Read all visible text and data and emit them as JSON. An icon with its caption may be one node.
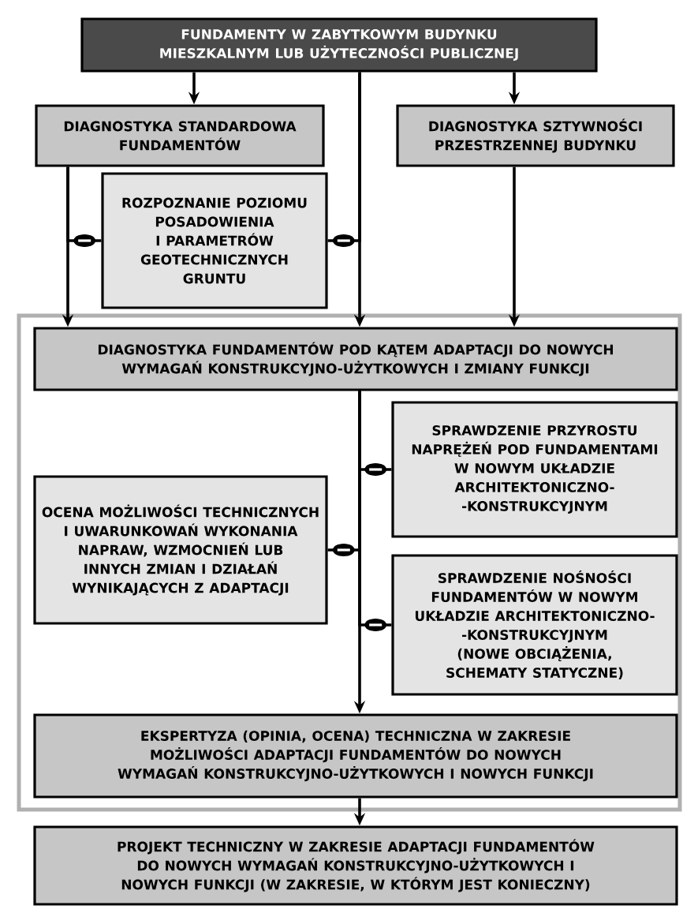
{
  "diagram": {
    "nodes": [
      {
        "text": [
          "FUNDAMENTY W ZABYTKOWYM BUDYNKU MIESZKALNYM LUB UŻYTECZNOŚCI PUBLICZNEJ"
        ]
      },
      {
        "text": [
          "DIAGNOSTYKA STANDARDOWA FUNDAMENTÓW"
        ]
      },
      {
        "text": [
          "DIAGNOSTYKA SZTYWNOŚCI PRZESTRZENNEJ BUDYNKU"
        ]
      },
      {
        "text": [
          "ROZPOZNANIE POZIOMU POSADOWIENIA I PARAMETRÓW GEOTECHNICZNYCH GRUNTU"
        ]
      },
      {
        "text": [],
        "shape": "box"
      },
      {
        "text": [
          "DIAGNOSTYKA FUNDAMENTÓW POD KĄTEM ADAPTACJI DO NOWYCH WYMAGAŃ KONSTRUKCYJNO-UŻYTKOWYCH I ZMIANY FUNKCJI"
        ],
        "in": 4
      },
      {
        "text": [
          "SPRAWDZENIE PRZYROSTU NAPRĘŻEŃ POD FUNDAMENTAMI W NOWYM UKŁADZIE ARCHITEKTONICZNO- -KONSTRUKCYJNYM"
        ],
        "in": 4
      },
      {
        "text": [
          "OCENA MOŻLIWOŚCI TECHNICZNYCH I UWARUNKOWAŃ WYKONANIA NAPRAW, WZMOCNIEŃ LUB INNYCH ZMIAN I DZIAŁAŃ WYNIKAJĄCYCH Z ADAPTACJI"
        ],
        "in": 4
      },
      {
        "text": [
          "SPRAWDZENIE NOŚNOŚCI FUNDAMENTÓW W NOWYM UKŁADZIE ARCHITEKTONICZNO- -KONSTRUKCYJNYM (NOWE OBCIĄŻENIA, SCHEMATY STATYCZNE)"
        ],
        "in": 4
      },
      {
        "text": [
          "EKSPERTYZA (OPINIA, OCENA) TECHNICZNA W ZAKRESIE MOŻLIWOŚCI ADAPTACJI FUNDAMENTÓW DO NOWYCH WYMAGAŃ KONSTRUKCYJNO-UŻYTKOWYCH I NOWYCH FUNKCJI"
        ],
        "in": 4
      },
      {
        "text": [
          "PROJEKT TECHNICZNY W ZAKRESIE ADAPTACJI FUNDAMENTÓW DO NOWYCH WYMAGAŃ KONSTRUKCYJNO-UŻYTKOWYCH I NOWYCH FUNKCJI (W ZAKRESIE, W KTÓRYM JEST KONIECZNY)"
        ]
      }
    ],
    "edges": [
      {
        "from": 0,
        "to": 1,
        "arrow": "to"
      },
      {
        "from": 0,
        "to": 2,
        "arrow": "to"
      },
      {
        "from": 0,
        "to": 5,
        "arrow": "to"
      },
      {
        "from": 1,
        "to": 5,
        "arrow": "to"
      },
      {
        "from": 2,
        "to": 5,
        "arrow": "to"
      },
      {
        "from": 1,
        "to": 3,
        "arrow": "other"
      },
      {
        "from": 0,
        "to": 3,
        "arrow": "other"
      },
      {
        "from": 5,
        "to": 9,
        "arrow": "to"
      },
      {
        "from": 5,
        "to": 6,
        "arrow": "other"
      },
      {
        "from": 5,
        "to": 7,
        "arrow": "other"
      },
      {
        "from": 5,
        "to": 8,
        "arrow": "other"
      },
      {
        "from": 9,
        "to": 10,
        "arrow": "to"
      }
    ]
  }
}
